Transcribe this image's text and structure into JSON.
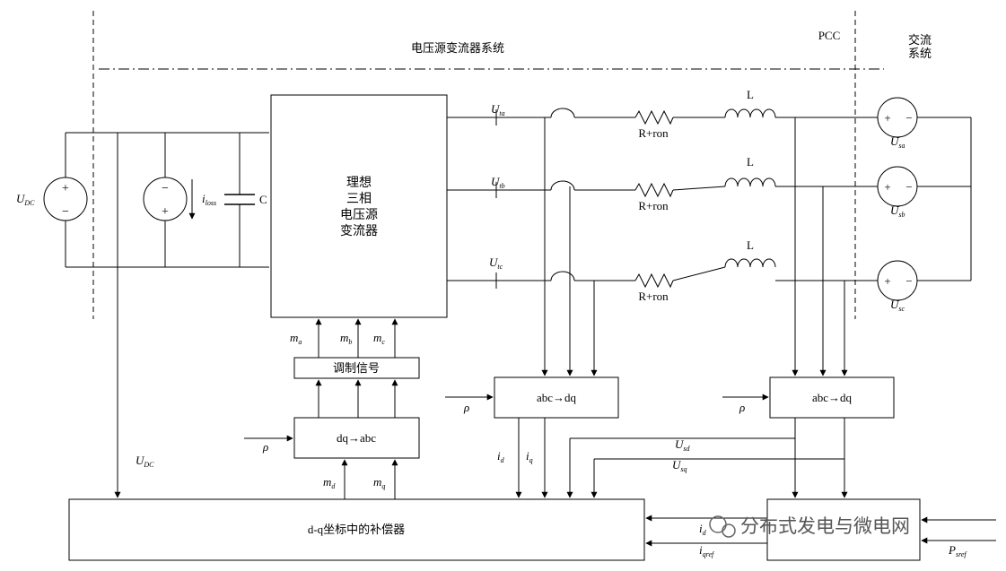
{
  "labels": {
    "vsc_system": "电压源变流器系统",
    "pcc": "PCC",
    "ac_system": [
      "交流",
      "系统"
    ],
    "ideal_converter": [
      "理想",
      "三相",
      "电压源",
      "变流器"
    ],
    "modulation": "调制信号",
    "dq_abc": "dq→abc",
    "abc_dq_1": "abc→dq",
    "abc_dq_2": "abc→dq",
    "compensator": "d-q坐标中的补偿器",
    "cap": "C",
    "inductor": "L",
    "resistor": "R+ron",
    "rho": "ρ",
    "watermark": "分布式发电与微电网"
  },
  "symbols": {
    "udc_src": {
      "main": "U",
      "sub": "DC"
    },
    "iloss": {
      "main": "i",
      "sub": "loss"
    },
    "uta": {
      "main": "U",
      "sub": "ta"
    },
    "utb": {
      "main": "U",
      "sub": "tb"
    },
    "utc": {
      "main": "U",
      "sub": "tc"
    },
    "usa": {
      "main": "U",
      "sub": "sa"
    },
    "usb": {
      "main": "U",
      "sub": "sb"
    },
    "usc": {
      "main": "U",
      "sub": "sc"
    },
    "ma": {
      "main": "m",
      "sub": "a"
    },
    "mb": {
      "main": "m",
      "sub": "b"
    },
    "mc": {
      "main": "m",
      "sub": "c"
    },
    "md": {
      "main": "m",
      "sub": "d"
    },
    "mq": {
      "main": "m",
      "sub": "q"
    },
    "udc_fb": {
      "main": "U",
      "sub": "DC"
    },
    "id": {
      "main": "i",
      "sub": "d"
    },
    "iq": {
      "main": "i",
      "sub": "q"
    },
    "usd": {
      "main": "U",
      "sub": "sd"
    },
    "usq": {
      "main": "U",
      "sub": "sq"
    },
    "idref": {
      "main": "i",
      "sub": "d"
    },
    "iqref": {
      "main": "i",
      "sub": "qref"
    },
    "psref": {
      "main": "P",
      "sub": "sref"
    }
  },
  "signs": {
    "plus": "+",
    "minus": "−"
  }
}
